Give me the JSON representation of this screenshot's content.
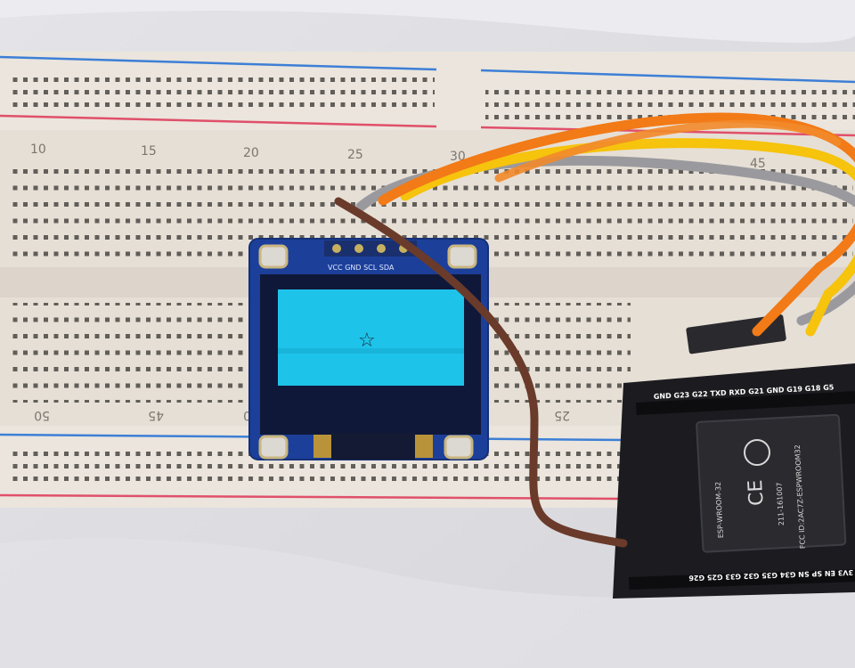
{
  "breadboard": {
    "column_labels_top": [
      "10",
      "15",
      "20",
      "25",
      "30",
      "45"
    ],
    "column_labels_bottom": [
      "50",
      "45",
      "0",
      "25"
    ]
  },
  "oled": {
    "header_pins": "VCC GND SCL SDA",
    "screen_glyph": "☆"
  },
  "esp32": {
    "pins_top": "GND G23 G22 TXD RXD G21 GND G19 G18 G5",
    "pins_bottom": "3V3 EN SP SN G34 G35 G32 G33 G25 G26",
    "module_name": "ESP-WROOM-32",
    "mark_ce": "CE",
    "module_id": "211-161007",
    "module_fcc": "FCC ID:2AC7Z-ESPWROOM32"
  },
  "colors": {
    "breadboard": "#e8e1d9",
    "rail_blue": "#3d7fd6",
    "rail_red": "#e0506a",
    "oled_pcb": "#1c3f9a",
    "oled_screen": "#1ec3ea",
    "wire_orange": "#f27a17",
    "wire_yellow": "#f6c30d",
    "wire_grey": "#9a9a9e",
    "wire_brown": "#6a3b2a",
    "esp_board": "#1c1c20"
  }
}
